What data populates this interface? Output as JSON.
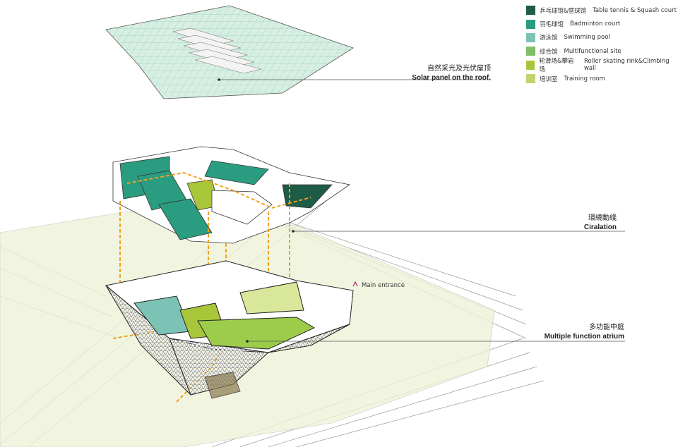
{
  "legend": [
    {
      "cn": "乒乓球馆&壁球馆",
      "en": "Table tennis & Squash court",
      "color": "#1f5c47"
    },
    {
      "cn": "羽毛球馆",
      "en": "Badminton court",
      "color": "#2a9c80"
    },
    {
      "cn": "游泳馆",
      "en": "Swimming pool",
      "color": "#7cc3b6"
    },
    {
      "cn": "综合馆",
      "en": "Multifunctional site",
      "color": "#80bf68"
    },
    {
      "cn": "轮滑场&攀岩场",
      "en": "Roller skating rink&Climbing wall",
      "color": "#a9c63a"
    },
    {
      "cn": "培训室",
      "en": "Training room",
      "color": "#c3d46c"
    }
  ],
  "callouts": {
    "roof": {
      "cn": "自然采光及光伏屋顶",
      "en": "Solar panel on the roof."
    },
    "circulation": {
      "cn": "環繞動綫",
      "en": "Ciralation"
    },
    "atrium": {
      "cn": "多功能中庭",
      "en": "Multiple function atrium"
    }
  },
  "main_entrance": "Main entrance"
}
